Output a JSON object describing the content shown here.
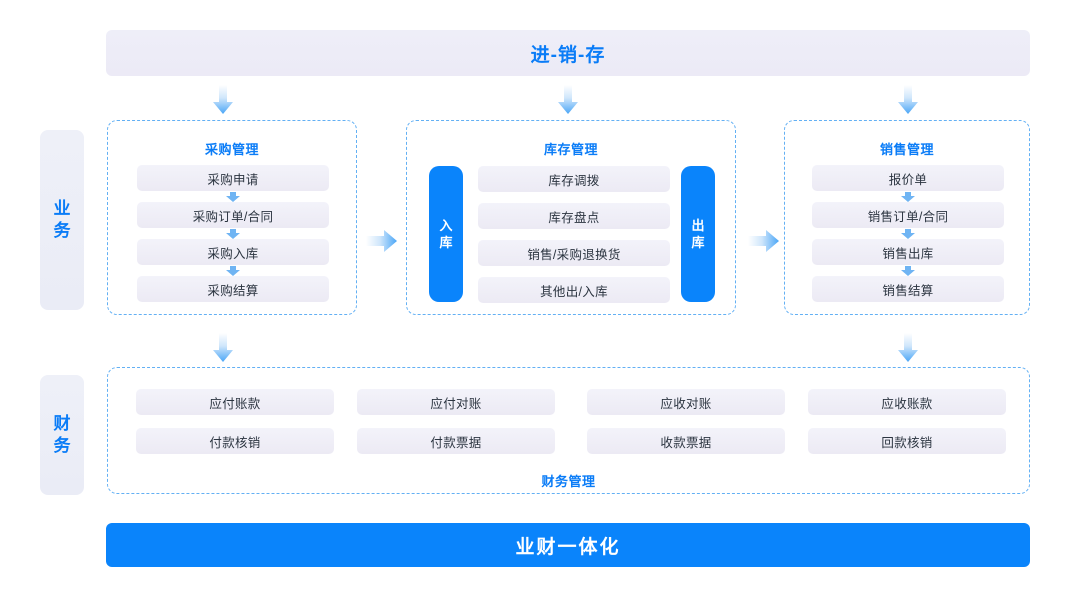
{
  "colors": {
    "accent": "#0a84fb",
    "accent_text": "#0a7cf7",
    "panel_bg": "#eeeef8",
    "item_bg": "#f2f2f9",
    "dashed_border": "#63b0f4"
  },
  "header": {
    "title": "进-销-存"
  },
  "footer": {
    "title": "业财一体化"
  },
  "side_tags": [
    {
      "name": "business",
      "chars": [
        "业",
        "务"
      ]
    },
    {
      "name": "finance",
      "chars": [
        "财",
        "务"
      ]
    }
  ],
  "business": {
    "purchase": {
      "title": "采购管理",
      "items": [
        "采购申请",
        "采购订单/合同",
        "采购入库",
        "采购结算"
      ]
    },
    "inventory": {
      "title": "库存管理",
      "in_pill": [
        "入",
        "库"
      ],
      "out_pill": [
        "出",
        "库"
      ],
      "items": [
        "库存调拨",
        "库存盘点",
        "销售/采购退换货",
        "其他出/入库"
      ]
    },
    "sales": {
      "title": "销售管理",
      "items": [
        "报价单",
        "销售订单/合同",
        "销售出库",
        "销售结算"
      ]
    }
  },
  "finance": {
    "title": "财务管理",
    "row1": [
      "应付账款",
      "应付对账",
      "应收对账",
      "应收账款"
    ],
    "row2": [
      "付款核销",
      "付款票据",
      "收款票据",
      "回款核销"
    ]
  }
}
